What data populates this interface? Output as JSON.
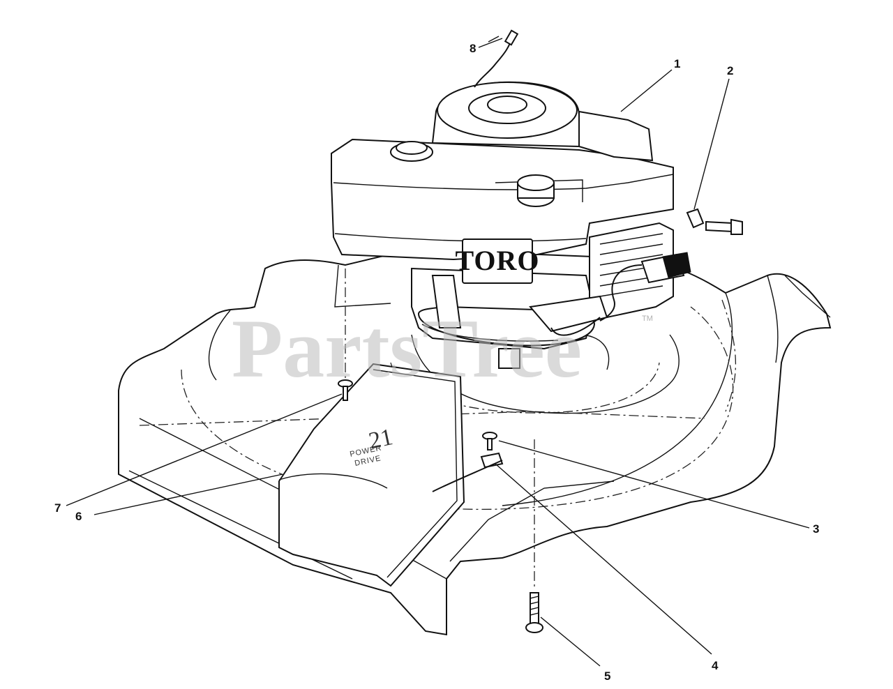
{
  "diagram": {
    "brand_logo": "TORO",
    "deflector_badge": {
      "number": "21",
      "line1": "POWER",
      "line2": "DRIVE"
    },
    "watermark": "PartsTree",
    "watermark_tm": "TM",
    "callouts": [
      {
        "id": "1",
        "label": "1"
      },
      {
        "id": "2",
        "label": "2"
      },
      {
        "id": "3",
        "label": "3"
      },
      {
        "id": "4",
        "label": "4"
      },
      {
        "id": "5",
        "label": "5"
      },
      {
        "id": "6",
        "label": "6"
      },
      {
        "id": "7",
        "label": "7"
      },
      {
        "id": "8",
        "label": "8"
      }
    ]
  }
}
